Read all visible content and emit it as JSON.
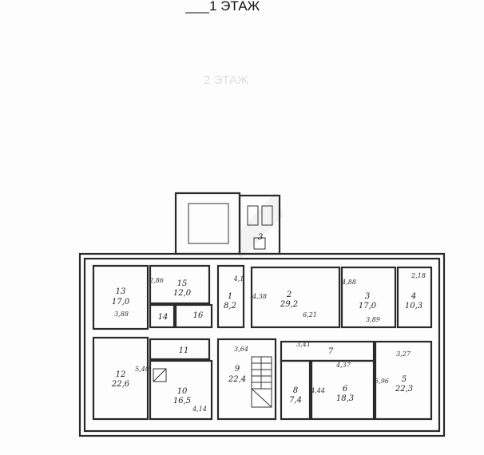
{
  "title": "1 ЭТАЖ",
  "ghost_title": "2 ЭТАЖ",
  "rooms": [
    {
      "no": "13",
      "area": "17,0"
    },
    {
      "no": "15",
      "area": "12,0"
    },
    {
      "no": "14",
      "area": ""
    },
    {
      "no": "16",
      "area": ""
    },
    {
      "no": "1",
      "area": "8,2"
    },
    {
      "no": "2",
      "area": "29,2"
    },
    {
      "no": "3",
      "area": "17,0"
    },
    {
      "no": "4",
      "area": "10,3"
    },
    {
      "no": "12",
      "area": "22,6"
    },
    {
      "no": "11",
      "area": ""
    },
    {
      "no": "10",
      "area": "16,5"
    },
    {
      "no": "9",
      "area": "22,4"
    },
    {
      "no": "7",
      "area": ""
    },
    {
      "no": "8",
      "area": "7,4"
    },
    {
      "no": "6",
      "area": "18,3"
    },
    {
      "no": "5",
      "area": "22,3"
    }
  ],
  "dimensions": [
    "3,88",
    "2,86",
    "4,1",
    "4,38",
    "6,21",
    "3,89",
    "4,88",
    "2,18",
    "3,64",
    "3,41",
    "4,37",
    "3,27",
    "5,40",
    "4,14",
    "4,44",
    "5,96"
  ],
  "stair_room": "3"
}
